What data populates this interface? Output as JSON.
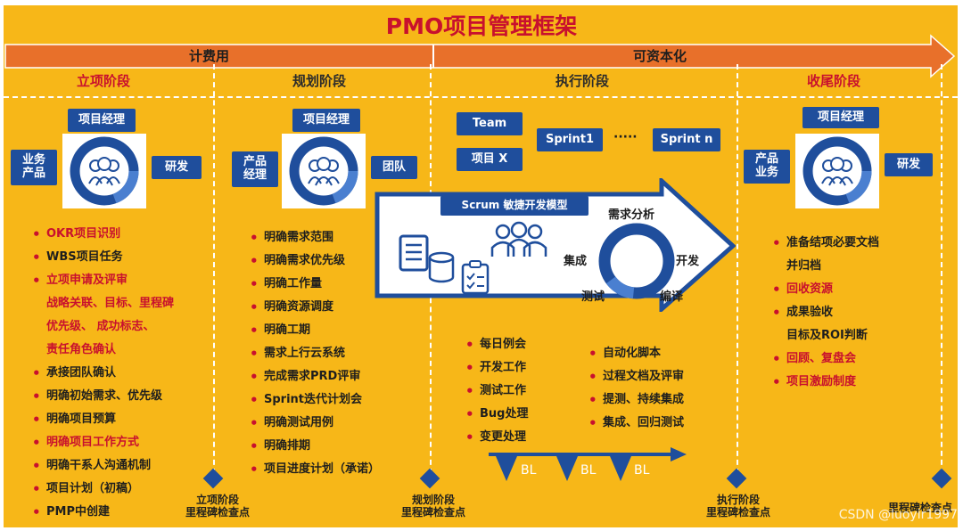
{
  "title": "PMO项目管理框架",
  "arrow": {
    "left_label": "计费用",
    "right_label": "可资本化"
  },
  "phases": [
    {
      "label": "立项阶段"
    },
    {
      "label": "规划阶段"
    },
    {
      "label": "执行阶段"
    },
    {
      "label": "收尾阶段"
    }
  ],
  "initiation": {
    "top_role": "项目经理",
    "left_role": "业务\n产品",
    "right_role": "研发",
    "items": [
      {
        "text": "OKR项目识别",
        "red": true,
        "dot": true
      },
      {
        "text": "WBS项目任务",
        "red": false,
        "dot": true
      },
      {
        "text": "立项申请及评审",
        "red": true,
        "dot": true
      },
      {
        "text": "战略关联、目标、里程碑",
        "red": true,
        "dot": false
      },
      {
        "text": "优先级、 成功标志、",
        "red": true,
        "dot": false
      },
      {
        "text": "责任角色确认",
        "red": true,
        "dot": false
      },
      {
        "text": "承接团队确认",
        "red": false,
        "dot": true
      },
      {
        "text": "明确初始需求、优先级",
        "red": false,
        "dot": true
      },
      {
        "text": "明确项目预算",
        "red": false,
        "dot": true
      },
      {
        "text": "明确项目工作方式",
        "red": true,
        "dot": true
      },
      {
        "text": "明确干系人沟通机制",
        "red": false,
        "dot": true
      },
      {
        "text": "项目计划（初稿）",
        "red": false,
        "dot": true
      },
      {
        "text": "PMP中创建",
        "red": false,
        "dot": true
      }
    ],
    "milestone": "立项阶段\n里程碑检查点"
  },
  "planning": {
    "top_role": "项目经理",
    "left_role": "产品\n经理",
    "right_role": "团队",
    "items": [
      "明确需求范围",
      "明确需求优先级",
      "明确工作量",
      "明确资源调度",
      "明确工期",
      "需求上行云系统",
      "完成需求PRD评审",
      "Sprint迭代计划会",
      "明确测试用例",
      "明确排期",
      "项目进度计划（承诺）"
    ],
    "milestone": "规划阶段\n里程碑检查点"
  },
  "execution": {
    "team": "Team",
    "project": "项目 X",
    "sprint1": "Sprint1",
    "dots": "·····",
    "sprintn": "Sprint n",
    "scrum_title": "Scrum 敏捷开发模型",
    "cycle": {
      "top": "需求分析",
      "right": "开发",
      "bottom_right": "编译",
      "bottom_left": "测试",
      "left": "集成"
    },
    "items_left": [
      "每日例会",
      "开发工作",
      "测试工作",
      "Bug处理",
      "变更处理"
    ],
    "items_right": [
      "自动化脚本",
      "过程文档及评审",
      "提测、持续集成",
      "集成、回归测试"
    ],
    "bl": [
      "BL",
      "BL",
      "BL"
    ],
    "milestone": "执行阶段\n里程碑检查点"
  },
  "closing": {
    "top_role": "项目经理",
    "left_role": "产品\n业务",
    "right_role": "研发",
    "items": [
      {
        "text": "准备结项必要文档",
        "red": false,
        "dot": true
      },
      {
        "text": "并归档",
        "red": false,
        "dot": false
      },
      {
        "text": "回收资源",
        "red": true,
        "dot": true
      },
      {
        "text": "成果验收",
        "red": false,
        "dot": true
      },
      {
        "text": "目标及ROI判断",
        "red": false,
        "dot": false
      },
      {
        "text": "回顾、复盘会",
        "red": true,
        "dot": true
      },
      {
        "text": "项目激励制度",
        "red": true,
        "dot": true
      }
    ],
    "milestone": "里程碑检查点"
  },
  "watermark": "CSDN @luoyir1997",
  "colors": {
    "background": "#f7b718",
    "arrow": "#e8702a",
    "accent_red": "#c8102e",
    "blue": "#1f4e9c"
  }
}
